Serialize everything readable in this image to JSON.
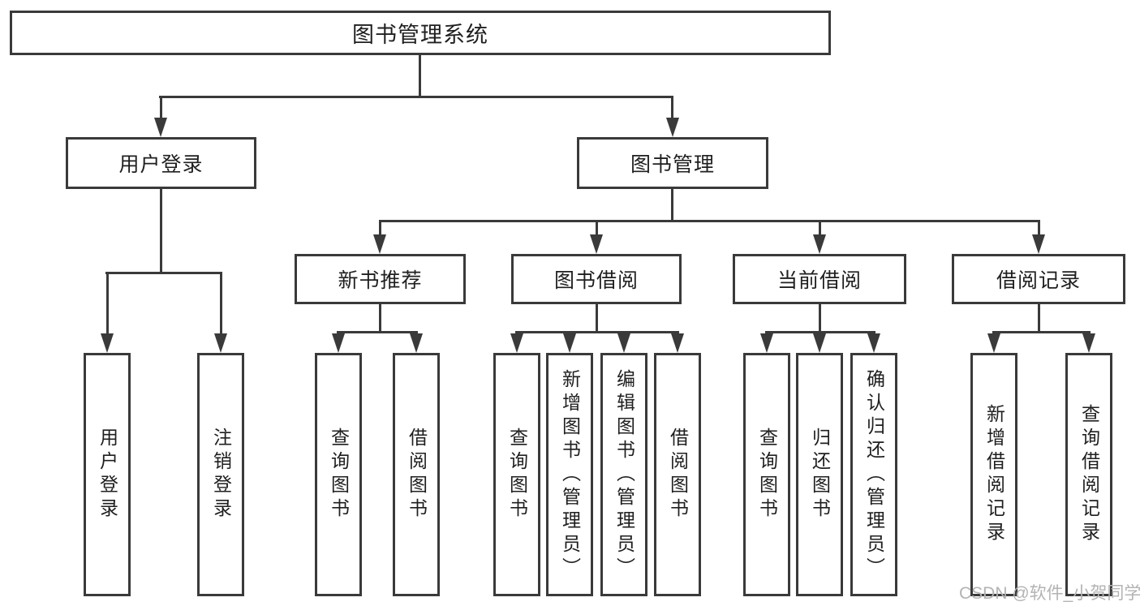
{
  "diagram": {
    "title": "图书管理系统",
    "branches": {
      "user_login": {
        "label": "用户登录",
        "children": [
          "用户登录",
          "注销登录"
        ]
      },
      "book_mgmt": {
        "label": "图书管理",
        "sections": {
          "new_book": {
            "label": "新书推荐",
            "children": [
              "查询图书",
              "借阅图书"
            ]
          },
          "borrow": {
            "label": "图书借阅",
            "children": [
              "查询图书",
              "新增图书（管理员）",
              "编辑图书（管理员）",
              "借阅图书"
            ]
          },
          "current": {
            "label": "当前借阅",
            "children": [
              "查询图书",
              "归还图书",
              "确认归还（管理员）"
            ]
          },
          "records": {
            "label": "借阅记录",
            "children": [
              "新增借阅记录",
              "查询借阅记录"
            ]
          }
        }
      }
    },
    "watermark": "CSDN @软件_小贺同学",
    "colors": {
      "line": "#3a3a3a",
      "text": "#1f1f1f",
      "watermark": "#b3b3b3",
      "background": "#ffffff"
    }
  }
}
